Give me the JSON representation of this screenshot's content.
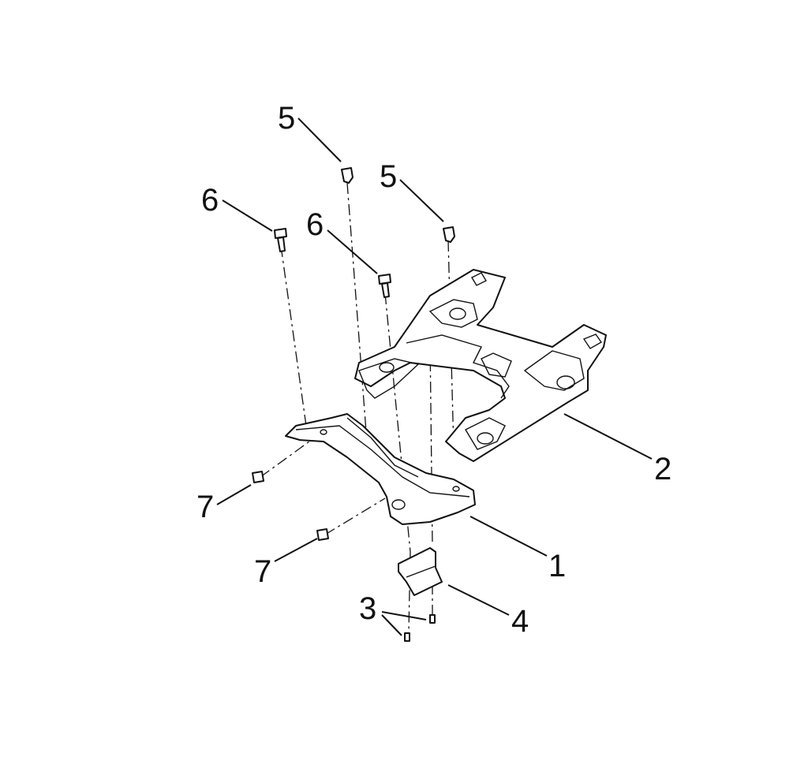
{
  "diagram": {
    "type": "exploded-parts-view",
    "callouts": [
      {
        "id": "5a",
        "label": "5"
      },
      {
        "id": "5b",
        "label": "5"
      },
      {
        "id": "6a",
        "label": "6"
      },
      {
        "id": "6b",
        "label": "6"
      },
      {
        "id": "2",
        "label": "2"
      },
      {
        "id": "1",
        "label": "1"
      },
      {
        "id": "7a",
        "label": "7"
      },
      {
        "id": "7b",
        "label": "7"
      },
      {
        "id": "3",
        "label": "3"
      },
      {
        "id": "4",
        "label": "4"
      }
    ]
  }
}
